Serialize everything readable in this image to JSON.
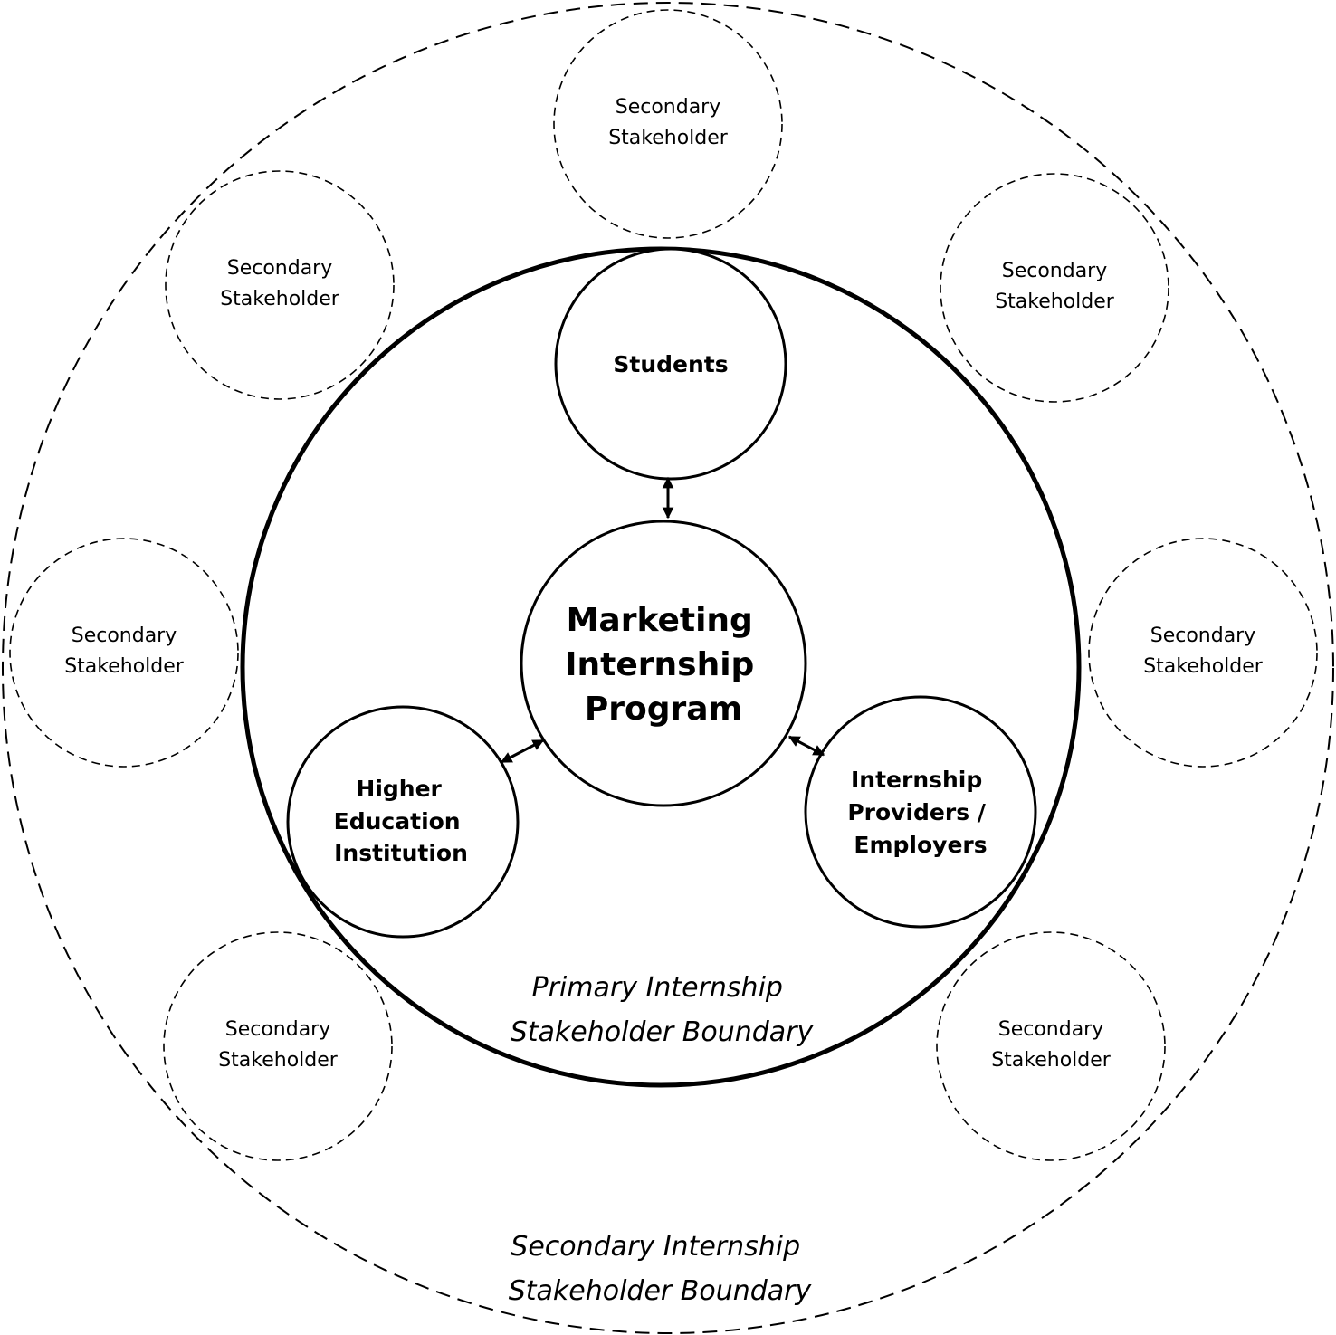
{
  "diagram": {
    "center": {
      "lines": [
        "Marketing",
        "Internship",
        "Program"
      ]
    },
    "primary_stakeholders": [
      {
        "id": "students",
        "lines": [
          "Students"
        ]
      },
      {
        "id": "higher-education-institution",
        "lines": [
          "Higher",
          "Education",
          "Institution"
        ]
      },
      {
        "id": "internship-providers",
        "lines": [
          "Internship",
          "Providers /",
          "Employers"
        ]
      }
    ],
    "secondary_stakeholders": [
      {
        "lines": [
          "Secondary",
          "Stakeholder"
        ]
      },
      {
        "lines": [
          "Secondary",
          "Stakeholder"
        ]
      },
      {
        "lines": [
          "Secondary",
          "Stakeholder"
        ]
      },
      {
        "lines": [
          "Secondary",
          "Stakeholder"
        ]
      },
      {
        "lines": [
          "Secondary",
          "Stakeholder"
        ]
      },
      {
        "lines": [
          "Secondary",
          "Stakeholder"
        ]
      },
      {
        "lines": [
          "Secondary",
          "Stakeholder"
        ]
      }
    ],
    "primary_boundary_label": [
      "Primary Internship",
      "Stakeholder Boundary"
    ],
    "secondary_boundary_label": [
      "Secondary Internship",
      "Stakeholder Boundary"
    ],
    "relationships": [
      {
        "from": "Marketing Internship Program",
        "to": "Students",
        "type": "bidirectional"
      },
      {
        "from": "Marketing Internship Program",
        "to": "Higher Education Institution",
        "type": "bidirectional"
      },
      {
        "from": "Marketing Internship Program",
        "to": "Internship Providers / Employers",
        "type": "bidirectional"
      }
    ],
    "colors": {
      "stroke": "#000000",
      "background": "#ffffff"
    }
  }
}
